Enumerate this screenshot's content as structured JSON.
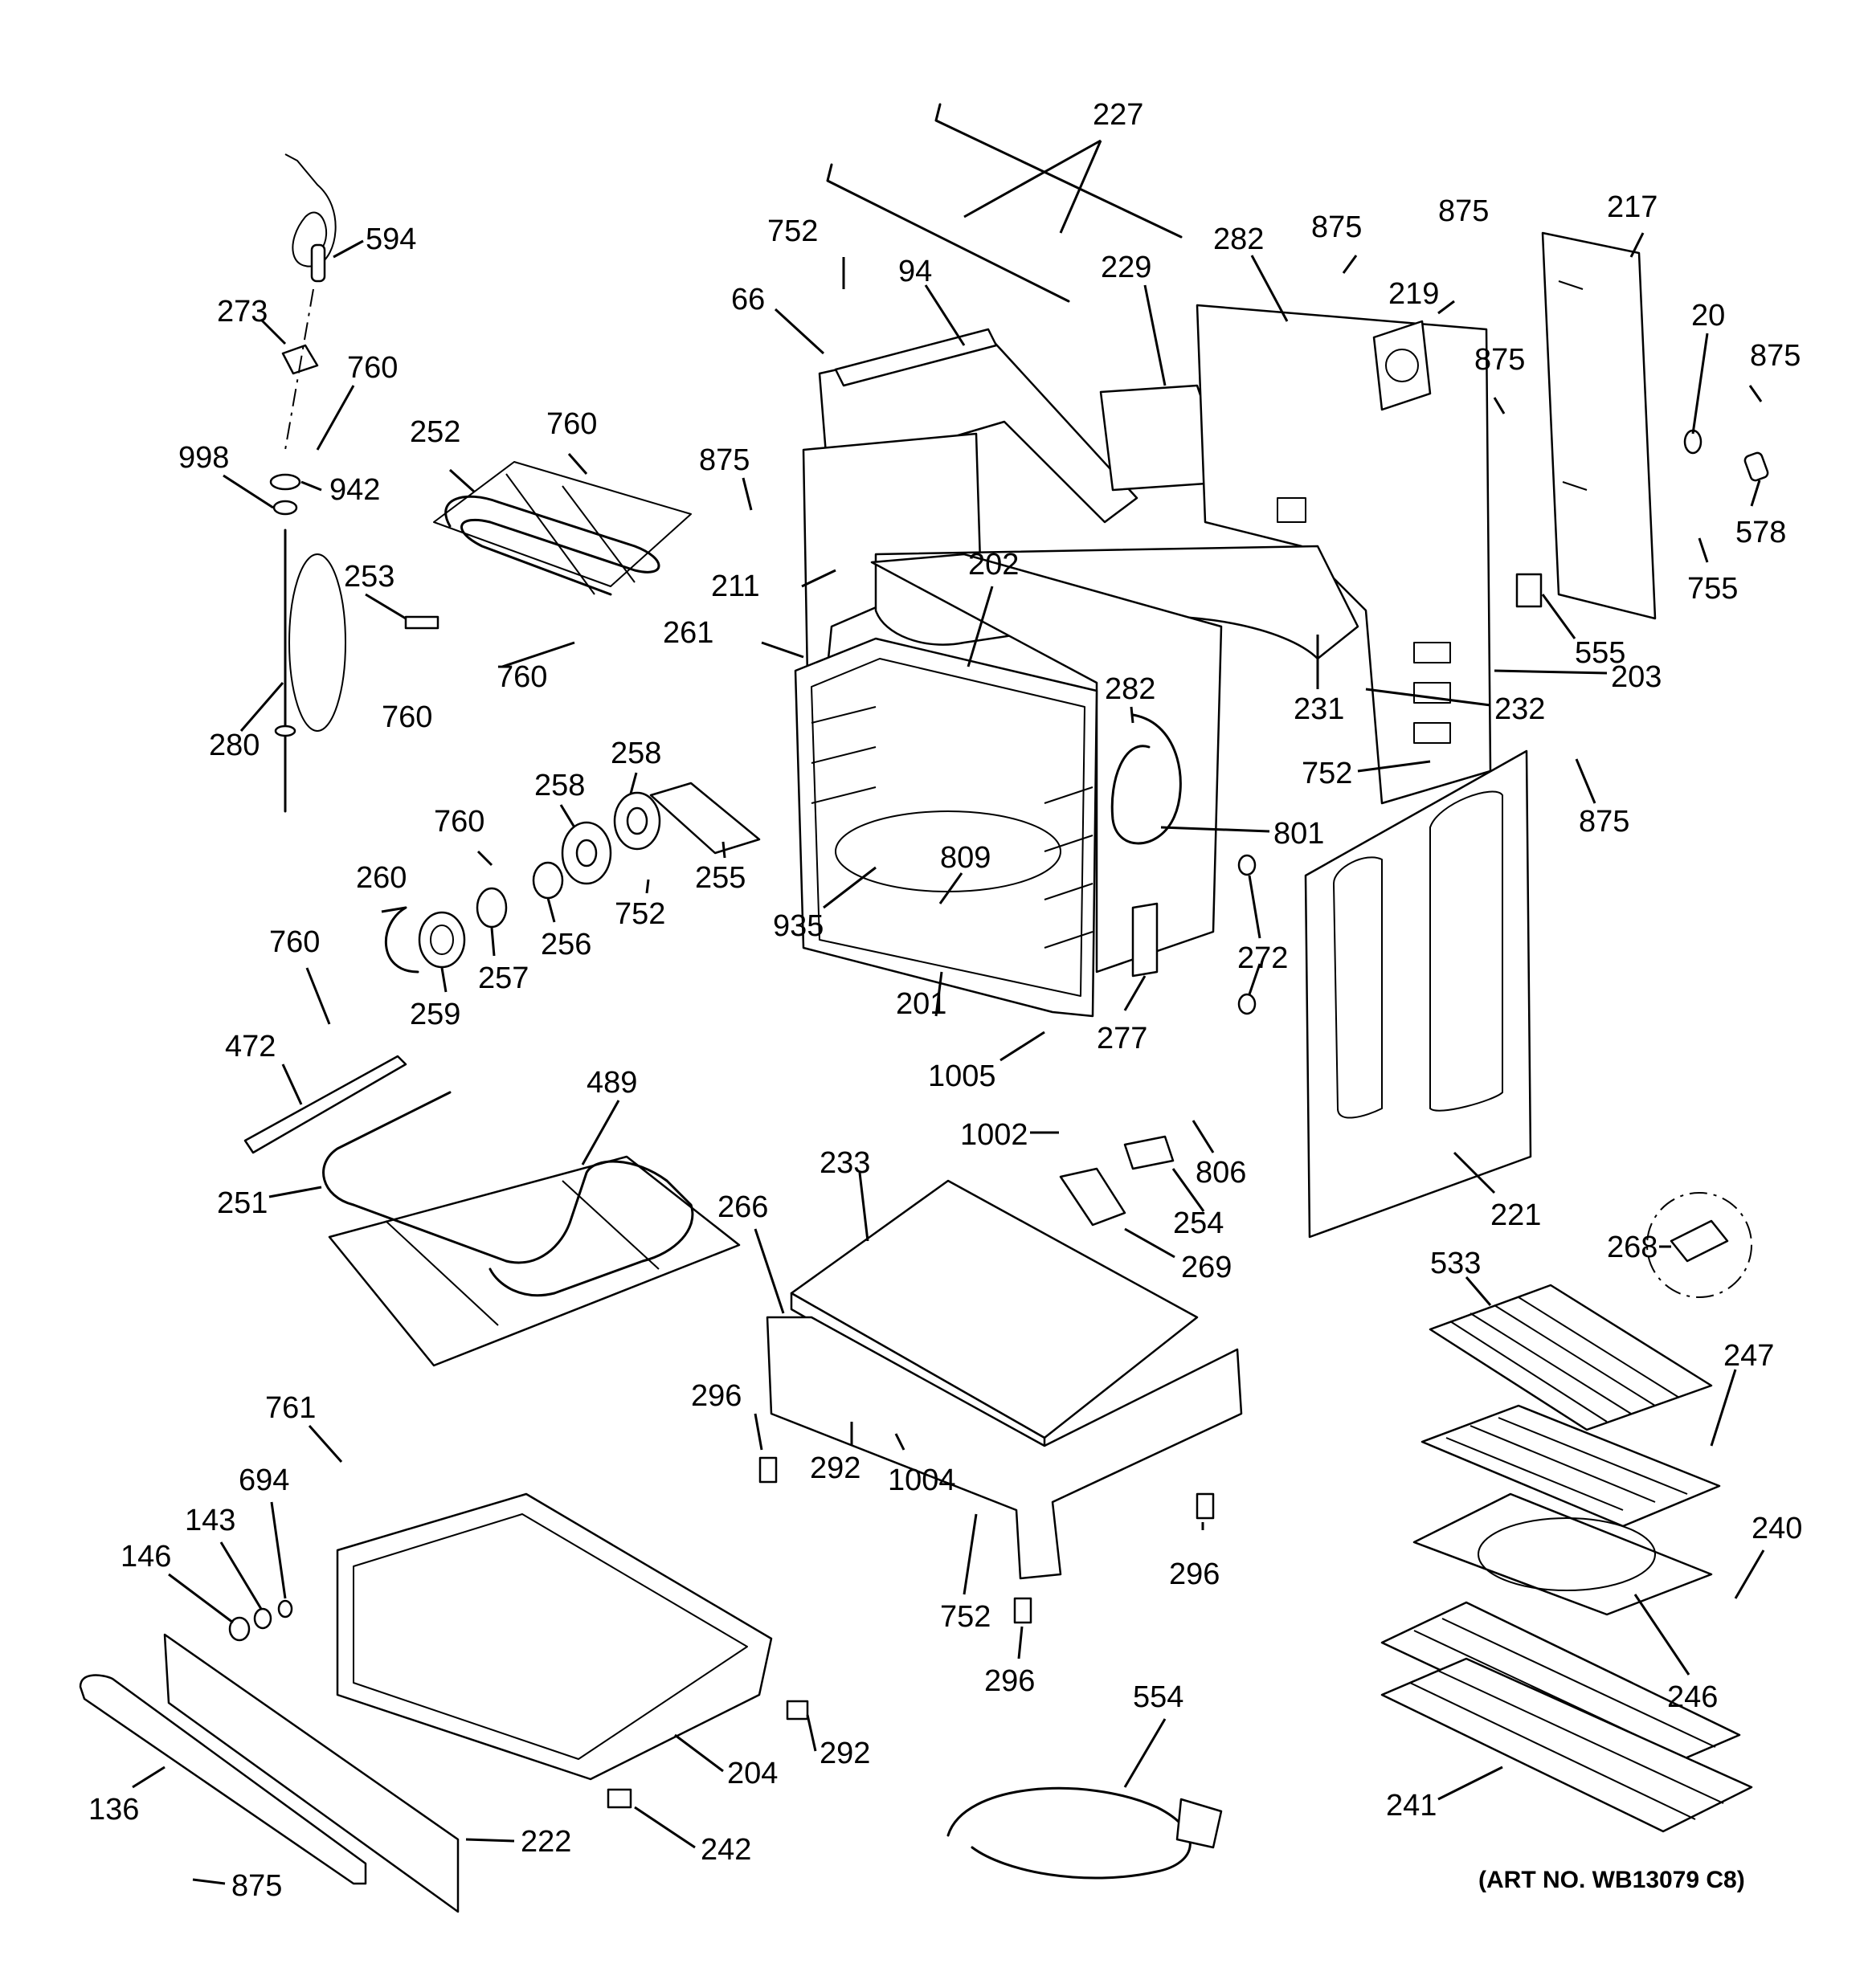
{
  "diagram": {
    "art_number": "(ART NO. WB13079 C8)",
    "callouts": [
      "594",
      "273",
      "760",
      "998",
      "942",
      "280",
      "252",
      "760",
      "253",
      "760",
      "760",
      "227",
      "752",
      "66",
      "94",
      "875",
      "211",
      "261",
      "202",
      "229",
      "282",
      "875",
      "219",
      "875",
      "875",
      "217",
      "20",
      "875",
      "578",
      "755",
      "555",
      "203",
      "232",
      "231",
      "282",
      "752",
      "801",
      "875",
      "258",
      "258",
      "760",
      "255",
      "752",
      "256",
      "257",
      "260",
      "259",
      "809",
      "935",
      "201",
      "272",
      "277",
      "1005",
      "760",
      "472",
      "489",
      "251",
      "233",
      "266",
      "1002",
      "806",
      "254",
      "269",
      "221",
      "268",
      "533",
      "247",
      "296",
      "292",
      "1004",
      "752",
      "296",
      "296",
      "240",
      "246",
      "241",
      "761",
      "694",
      "143",
      "146",
      "136",
      "875",
      "204",
      "292",
      "242",
      "222",
      "554"
    ]
  }
}
